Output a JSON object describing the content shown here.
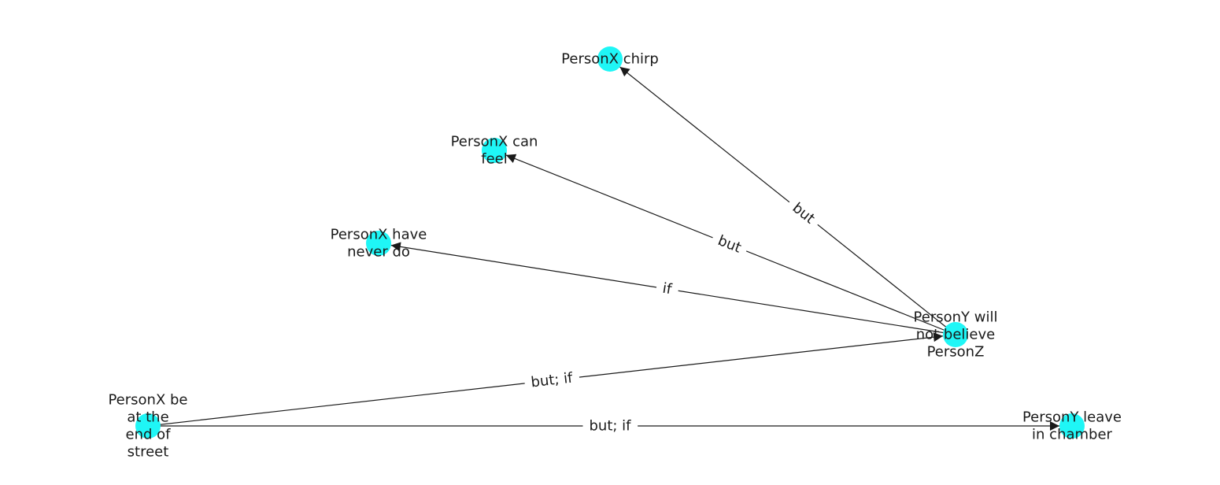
{
  "colors": {
    "node_fill": "#1ff6f6",
    "edge_stroke": "#1a1a1a",
    "text": "#1a1a1a",
    "background": "#ffffff"
  },
  "nodes": [
    {
      "id": "chirp",
      "label_lines": [
        "PersonX chirp"
      ]
    },
    {
      "id": "feel",
      "label_lines": [
        "PersonX can",
        "feel"
      ]
    },
    {
      "id": "never",
      "label_lines": [
        "PersonX have",
        "never do"
      ]
    },
    {
      "id": "believe",
      "label_lines": [
        "PersonY will",
        "not believe",
        "PersonZ"
      ]
    },
    {
      "id": "street",
      "label_lines": [
        "PersonX be",
        "at the",
        "end of",
        "street"
      ]
    },
    {
      "id": "chamber",
      "label_lines": [
        "PersonY leave",
        "in chamber"
      ]
    }
  ],
  "edges": [
    {
      "id": "e1",
      "source": "believe",
      "target": "chirp",
      "label": "but"
    },
    {
      "id": "e2",
      "source": "believe",
      "target": "feel",
      "label": "but"
    },
    {
      "id": "e3",
      "source": "believe",
      "target": "never",
      "label": "if"
    },
    {
      "id": "e4",
      "source": "street",
      "target": "believe",
      "label": "but;  if"
    },
    {
      "id": "e5",
      "source": "street",
      "target": "chamber",
      "label": "but;  if"
    }
  ]
}
